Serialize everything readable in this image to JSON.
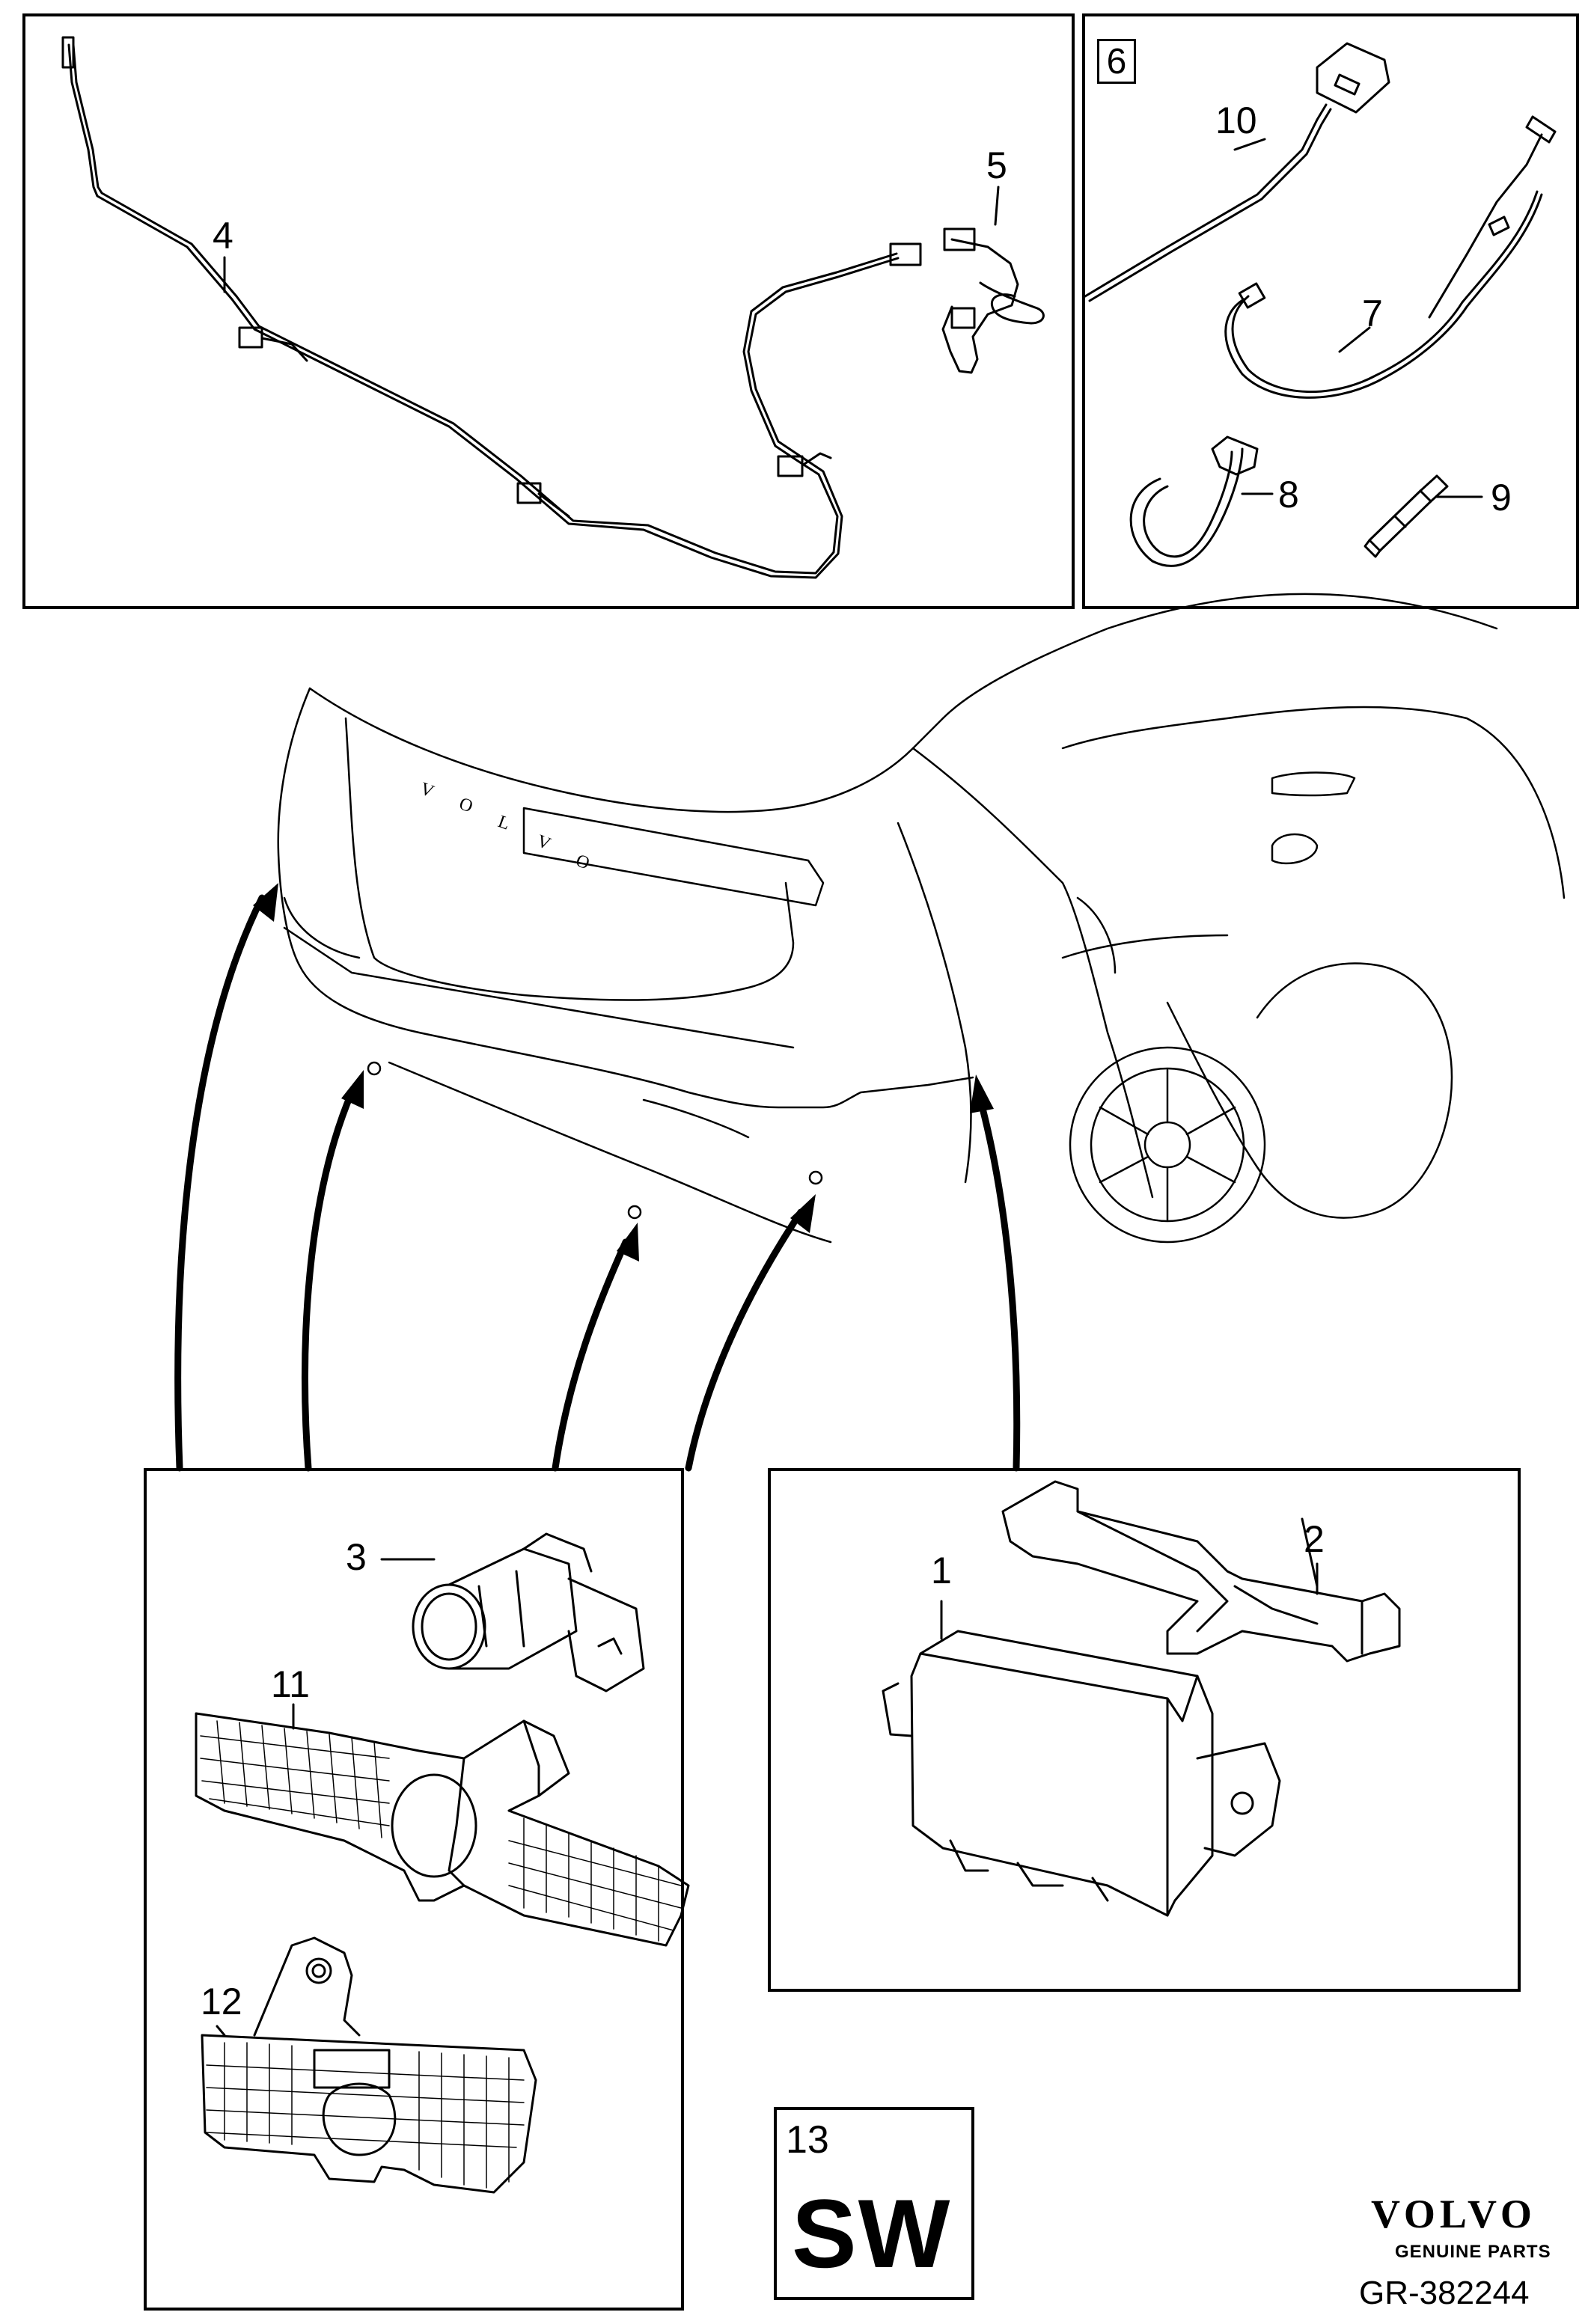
{
  "callouts": {
    "n1": "1",
    "n2": "2",
    "n3": "3",
    "n4": "4",
    "n5": "5",
    "n6": "6",
    "n7": "7",
    "n8": "8",
    "n9": "9",
    "n10": "10",
    "n11": "11",
    "n12": "12",
    "n13": "13"
  },
  "software_label": "SW",
  "brand": {
    "name": "VOLVO",
    "tagline": "GENUINE PARTS"
  },
  "reference": "GR-382244"
}
